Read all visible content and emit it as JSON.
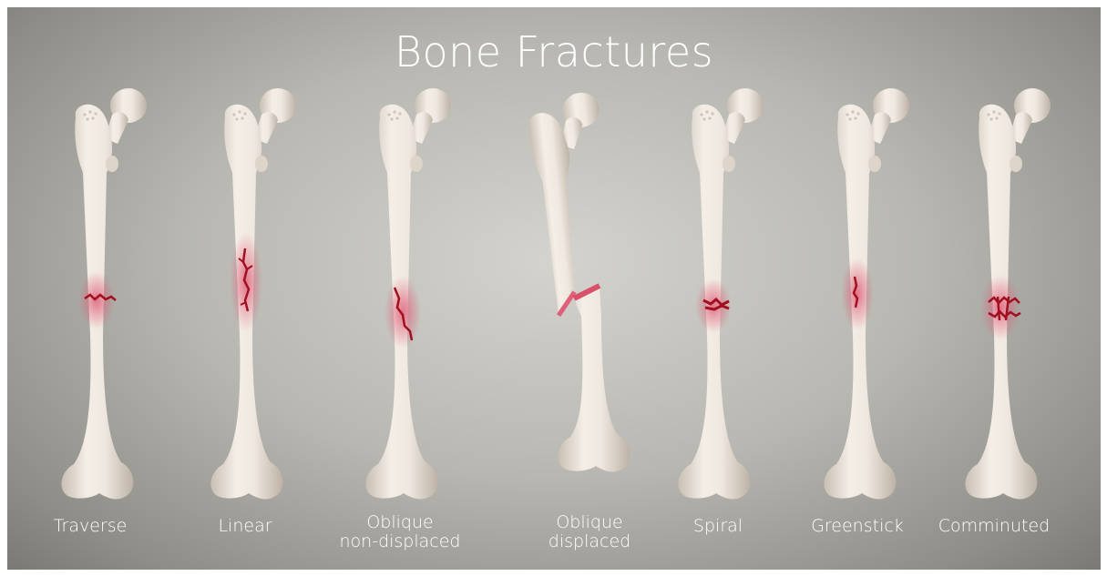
{
  "title": "Bone Fractures",
  "colors": {
    "bone": "#efe8e0",
    "fracture": "#a01020",
    "bruise": "#e0607a"
  },
  "fractures": [
    {
      "id": "traverse",
      "label": "Traverse"
    },
    {
      "id": "linear",
      "label": "Linear"
    },
    {
      "id": "oblique-non-displaced",
      "label": "Oblique\nnon-displaced"
    },
    {
      "id": "oblique-displaced",
      "label": "Oblique\ndisplaced"
    },
    {
      "id": "spiral",
      "label": "Spiral"
    },
    {
      "id": "greenstick",
      "label": "Greenstick"
    },
    {
      "id": "comminuted",
      "label": "Comminuted"
    }
  ]
}
